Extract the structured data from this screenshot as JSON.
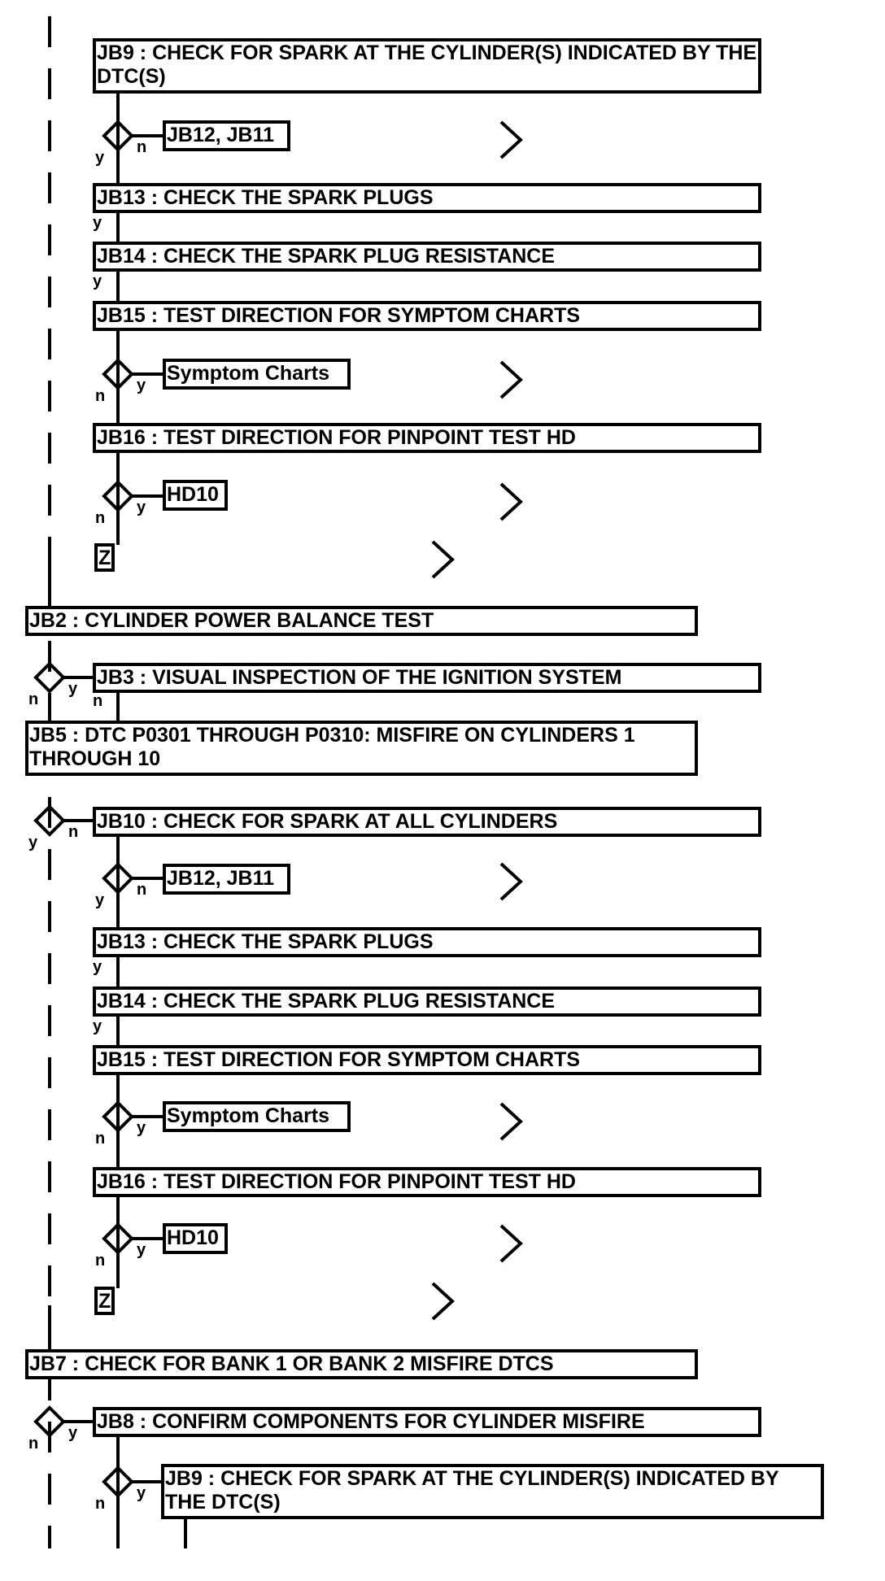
{
  "steps": {
    "s1": "JB9 : CHECK FOR SPARK AT THE CYLINDER(S) INDICATED BY THE DTC(S)",
    "s2": "JB12, JB11",
    "s3": "JB13 : CHECK THE SPARK PLUGS",
    "s4": "JB14 : CHECK THE SPARK PLUG RESISTANCE",
    "s5": "JB15 : TEST DIRECTION FOR SYMPTOM CHARTS",
    "s6": "Symptom Charts",
    "s7": "JB16 : TEST DIRECTION FOR PINPOINT TEST HD",
    "s8": "HD10",
    "s9": "Z",
    "s10": "JB2 : CYLINDER POWER BALANCE TEST",
    "s11": "JB3 : VISUAL INSPECTION OF THE IGNITION SYSTEM",
    "s12": "JB5 : DTC P0301 THROUGH P0310: MISFIRE ON CYLINDERS 1 THROUGH 10",
    "s13": "JB10 : CHECK FOR SPARK AT ALL CYLINDERS",
    "s14": "JB12, JB11",
    "s15": "JB13 : CHECK THE SPARK PLUGS",
    "s16": "JB14 : CHECK THE SPARK PLUG RESISTANCE",
    "s17": "JB15 : TEST DIRECTION FOR SYMPTOM CHARTS",
    "s18": "Symptom Charts",
    "s19": "JB16 : TEST DIRECTION FOR PINPOINT TEST HD",
    "s20": "HD10",
    "s21": "Z",
    "s22": "JB7 : CHECK FOR BANK 1 OR BANK 2 MISFIRE DTCS",
    "s23": "JB8 : CONFIRM COMPONENTS FOR CYLINDER MISFIRE",
    "s24": "JB9 : CHECK FOR SPARK AT THE CYLINDER(S) INDICATED BY THE DTC(S)"
  },
  "labels": {
    "l1": "y",
    "l2": "n",
    "l3": "y",
    "l4": "y",
    "l5": "n",
    "l6": "y",
    "l7": "n",
    "l8": "y",
    "l9": "n",
    "l10": "y",
    "l11": "n",
    "l12": "y",
    "l13": "n",
    "l14": "y",
    "l15": "n",
    "l16": "y",
    "l17": "y",
    "l18": "n",
    "l19": "y",
    "l20": "n",
    "l21": "y",
    "l22": "n",
    "l23": "y",
    "l24": "n",
    "l25": "y"
  },
  "colors": {
    "line": "#000000",
    "background": "#ffffff"
  }
}
